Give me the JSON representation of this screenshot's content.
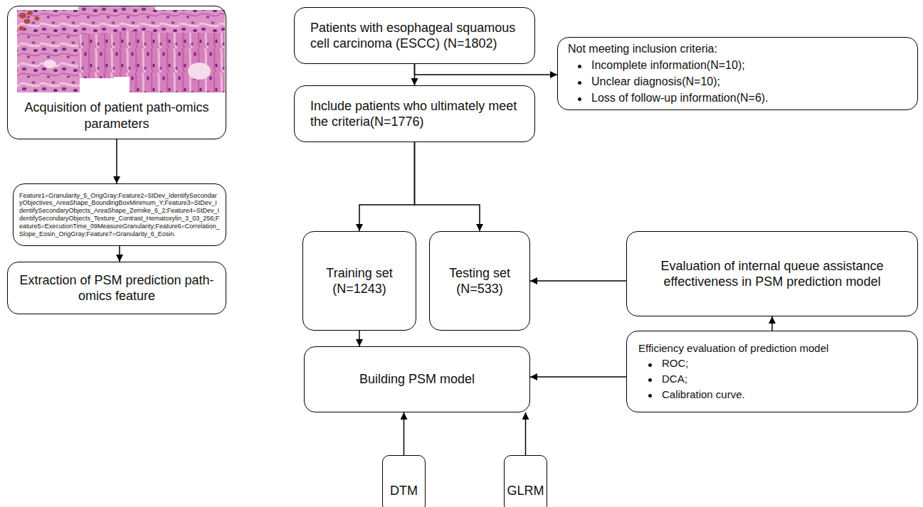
{
  "diagram": {
    "nodes": [
      {
        "text": [
          "Acquisition of patient path-omics parameters"
        ]
      },
      {
        "text": [
          "Feature1=Granularity_5_OrigGray;Feature2=StDev_IdentifySecondaryObjectives_AreaShape_BoundingBoxMinimum_Y;Feature3=StDev_IdentifySecondaryObjects_AreaShape_Zernike_6_2;Feature4=StDev_IdentifySecondaryObjects_Texture_Contrast_Hematoxylin_3_03_256;Feature5=ExecutionTime_09MeasureGranularity;Feature6=Correlation_Slope_Eosin_OrigGray;Feature7=Granularity_6_Eosin."
        ]
      },
      {
        "text": [
          "Extraction of PSM prediction path-omics feature"
        ]
      },
      {
        "text": [
          "Patients with esophageal squamous cell carcinoma (ESCC) (N=1802)"
        ]
      },
      {
        "text": [
          "Not meeting inclusion criteria:",
          "Incomplete information(N=10);",
          "Unclear diagnosis(N=10);",
          "Loss of follow-up information(N=6)."
        ]
      },
      {
        "text": [
          "Include patients who ultimately meet the criteria(N=1776)"
        ]
      },
      {
        "text": [
          "Training set (N=1243)"
        ]
      },
      {
        "text": [
          "Testing set (N=533)"
        ]
      },
      {
        "text": [
          "Evaluation of internal queue assistance effectiveness in PSM prediction model"
        ]
      },
      {
        "text": [
          "Building PSM model"
        ]
      },
      {
        "text": [
          "Efficiency evaluation of prediction model",
          "ROC;",
          "DCA;",
          "Calibration curve."
        ]
      },
      {
        "text": [
          "DTM"
        ]
      },
      {
        "text": [
          "GLRM"
        ]
      }
    ],
    "edges": [
      {
        "from": 0,
        "to": 1,
        "arrow": "to"
      },
      {
        "from": 1,
        "to": 2,
        "arrow": "to"
      },
      {
        "from": 3,
        "to": 5,
        "arrow": "to"
      },
      {
        "from": 3,
        "to": 4,
        "arrow": "to"
      },
      {
        "from": 5,
        "to": 6,
        "arrow": "to"
      },
      {
        "from": 5,
        "to": 7,
        "arrow": "to"
      },
      {
        "from": 6,
        "to": 9,
        "arrow": "to"
      },
      {
        "from": 10,
        "to": 8,
        "arrow": "to"
      },
      {
        "from": 8,
        "to": 7,
        "arrow": "to"
      },
      {
        "from": 10,
        "to": 9,
        "arrow": "to"
      },
      {
        "from": 11,
        "to": 9,
        "arrow": "to"
      },
      {
        "from": 12,
        "to": 9,
        "arrow": "to"
      }
    ]
  }
}
